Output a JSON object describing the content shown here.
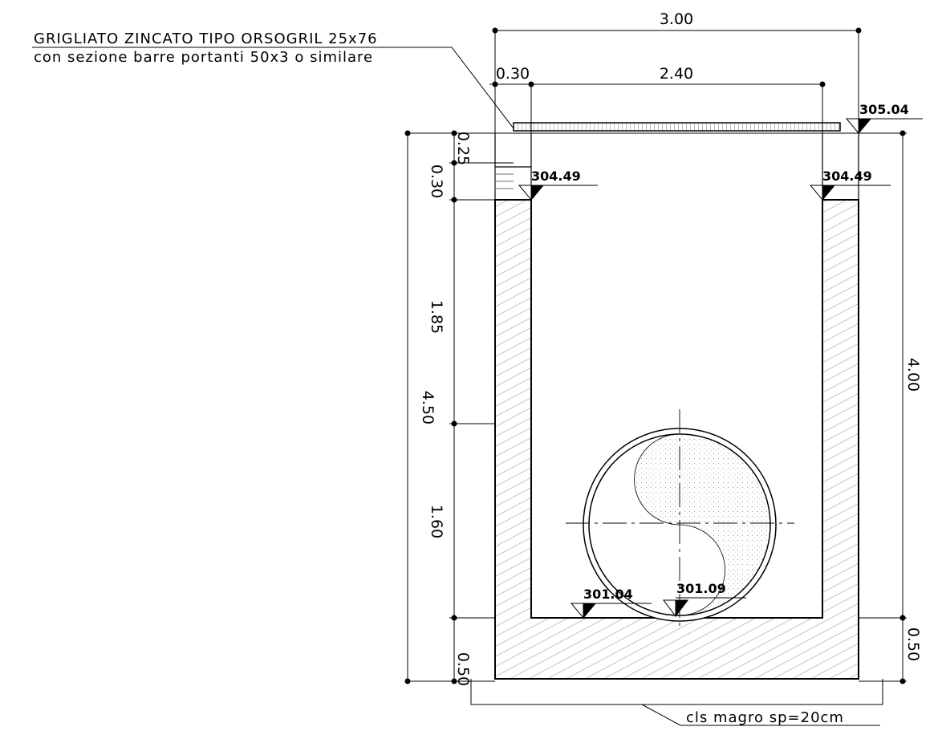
{
  "dimensions": {
    "overall_width": "3.00",
    "wall_thickness": "0.30",
    "inner_width": "2.40",
    "total_height": "4.50",
    "wall_height": "4.00",
    "grating_gap": "0.25",
    "top_recess": "0.30",
    "upper_height": "1.85",
    "lower_height": "1.60",
    "base_left": "0.50",
    "base_right": "0.50"
  },
  "levels": {
    "grating_top": "305.04",
    "wall_top_left": "304.49",
    "wall_top_right": "304.49",
    "floor": "301.04",
    "pipe_invert": "301.09"
  },
  "notes": {
    "grating_line1": "GRIGLIATO ZINCATO TIPO ORSOGRIL 25x76",
    "grating_line2": "con sezione barre portanti 50x3 o similare",
    "lean_concrete": "cls magro sp=20cm"
  },
  "colors": {
    "line": "#000000",
    "hatch": "#888888",
    "fill": "#cfcfcf"
  }
}
